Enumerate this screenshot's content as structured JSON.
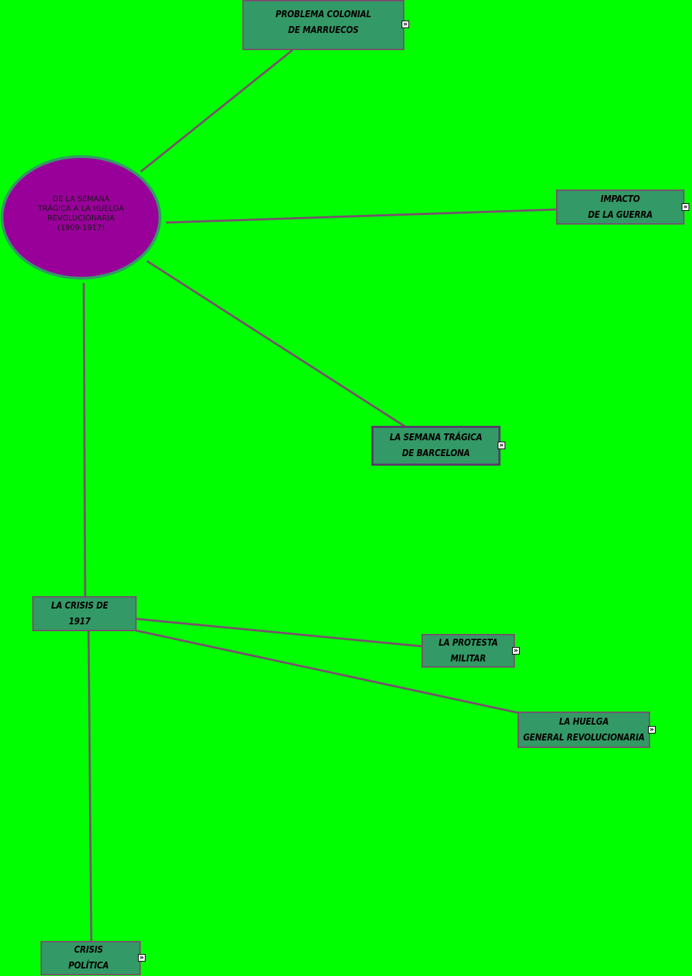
{
  "colors": {
    "background": "#00ff00",
    "central_fill": "#990099",
    "central_border": "#339966",
    "node_fill": "#339966",
    "node_border": "#7a4f6e",
    "connector": "#7a4f6e"
  },
  "central": {
    "label": "DE LA SEMANA\nTRÁGICA A LA HUELGA\nREVOLUCIONARIA\n(1909-1917)"
  },
  "nodes": {
    "marruecos": {
      "label": "PROBLEMA COLONIAL\nDE MARRUECOS",
      "expand_icon": "»"
    },
    "guerra": {
      "label": "IMPACTO\nDE LA GUERRA",
      "expand_icon": "»"
    },
    "semana": {
      "label": "LA SEMANA TRÁGICA\nDE BARCELONA",
      "expand_icon": "»"
    },
    "crisis1917": {
      "label": "LA CRISIS DE\n1917"
    },
    "protesta": {
      "label": "LA PROTESTA\nMILITAR",
      "expand_icon": "»"
    },
    "huelga": {
      "label": "LA HUELGA\nGENERAL REVOLUCIONARIA",
      "expand_icon": "»"
    },
    "politica": {
      "label": "CRISIS\nPOLÍTICA",
      "expand_icon": "»"
    }
  }
}
